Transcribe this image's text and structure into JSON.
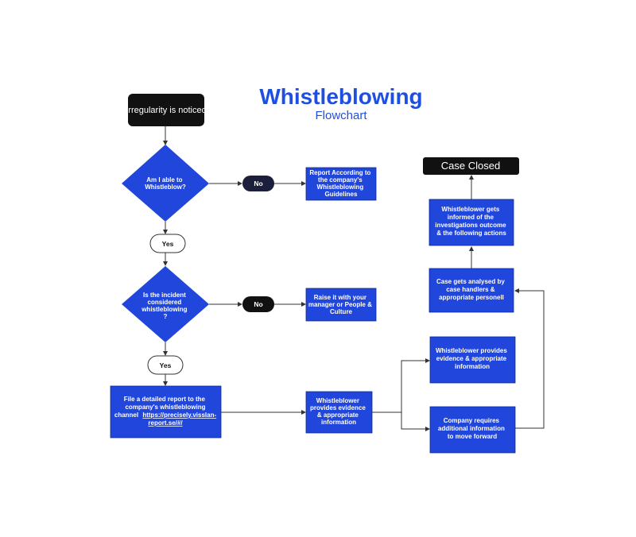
{
  "title": "Whistleblowing",
  "subtitle": "Flowchart",
  "nodes": {
    "start": [
      "Irregularity is noticed"
    ],
    "q1": [
      "Am I able to",
      "Whistleblow?"
    ],
    "no1": [
      "No"
    ],
    "guidelines": [
      "Report According to",
      "the company's",
      "Whistleblowing",
      "Guidelines"
    ],
    "yes1": [
      "Yes"
    ],
    "q2": [
      "Is the incident",
      "considered",
      "whistleblowing",
      "?"
    ],
    "no2": [
      "No"
    ],
    "raise": [
      "Raise it with your",
      "manager or People &",
      "Culture"
    ],
    "yes2": [
      "Yes"
    ],
    "file": [
      "File a detailed report to the",
      "company's whistleblowing",
      "channel"
    ],
    "file_link": [
      "https://precisely.visslan-",
      "report.se/#/"
    ],
    "provides1": [
      "Whistleblower",
      "provides evidence",
      "& appropriate",
      "information"
    ],
    "requires": [
      "Company requires",
      "additional information",
      "to move forward"
    ],
    "provides2": [
      "Whistleblower provides",
      "evidence & appropriate",
      "information"
    ],
    "analysed": [
      "Case gets analysed by",
      "case handlers &",
      "appropriate personell"
    ],
    "informed": [
      "Whistleblower gets",
      "informed of the",
      "investigations outcome",
      "& the following actions"
    ],
    "closed": [
      "Case Closed"
    ]
  },
  "colors": {
    "blue": "#2146dc",
    "dark": "#111111",
    "navy": "#1c1f3b",
    "title": "#1f4fe0"
  }
}
